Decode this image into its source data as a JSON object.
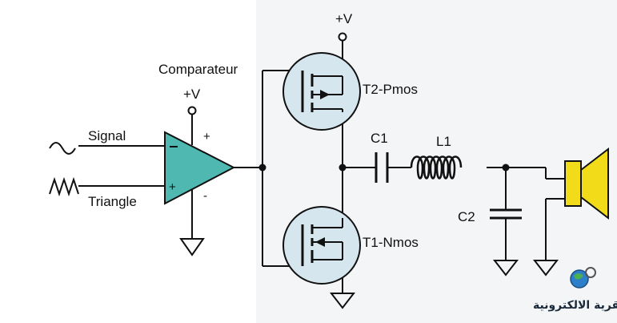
{
  "labels": {
    "supply_top": "+V",
    "supply_comp": "+V",
    "comparator": "Comparateur",
    "signal": "Signal",
    "triangle": "Triangle",
    "pmos": "T2-Pmos",
    "nmos": "T1-Nmos",
    "c1": "C1",
    "l1": "L1",
    "c2": "C2",
    "plus_in": "+",
    "plus_supply": "+",
    "minus_supply": "-",
    "minus_in": "-"
  },
  "logo": {
    "text": "القرية الالكترونية",
    "icon": "globe-gear-icon"
  },
  "background_page": {
    "lines": []
  },
  "colors": {
    "wire": "#111111",
    "comparator_fill": "#4fb8b0",
    "transistor_fill": "#d6e6ee",
    "speaker_fill": "#f2dc1a"
  }
}
